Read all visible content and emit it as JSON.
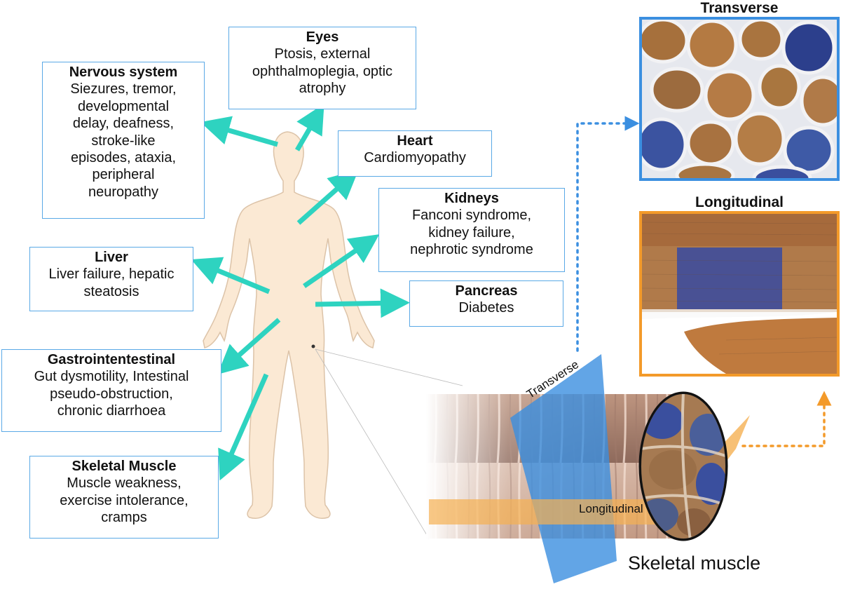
{
  "organs": [
    {
      "key": "nervous",
      "title": "Nervous system",
      "description": "Siezures, tremor,\ndevelopmental\ndelay, deafness,\nstroke-like\nepisodes, ataxia,\nperipheral\nneuropathy"
    },
    {
      "key": "eyes",
      "title": "Eyes",
      "description": "Ptosis, external\nophthalmoplegia, optic\natrophy"
    },
    {
      "key": "heart",
      "title": "Heart",
      "description": "Cardiomyopathy"
    },
    {
      "key": "kidneys",
      "title": "Kidneys",
      "description": "Fanconi syndrome,\nkidney failure,\nnephrotic syndrome"
    },
    {
      "key": "liver",
      "title": "Liver",
      "description": "Liver failure, hepatic\nsteatosis"
    },
    {
      "key": "pancreas",
      "title": "Pancreas",
      "description": "Diabetes"
    },
    {
      "key": "gi",
      "title": "Gastrointentestinal",
      "description": "Gut dysmotility, Intestinal\npseudo-obstruction,\nchronic diarrhoea"
    },
    {
      "key": "muscle",
      "title": "Skeletal Muscle",
      "description": "Muscle weakness,\nexercise intolerance,\ncramps"
    }
  ],
  "micrographs": {
    "transverse_title": "Transverse",
    "longitudinal_title": "Longitudinal"
  },
  "planes": {
    "transverse_label": "Transverse",
    "longitudinal_label": "Longitudinal"
  },
  "caption": "Skeletal muscle",
  "colors": {
    "arrow": "#2ed3c0",
    "box_border": "#5aa9e6",
    "transverse": "#3b8fe0",
    "longitudinal": "#f39a2a",
    "body": "#fbe9d4",
    "stain_blue": "#3a4f9e",
    "stain_brown": "#b0743a"
  }
}
